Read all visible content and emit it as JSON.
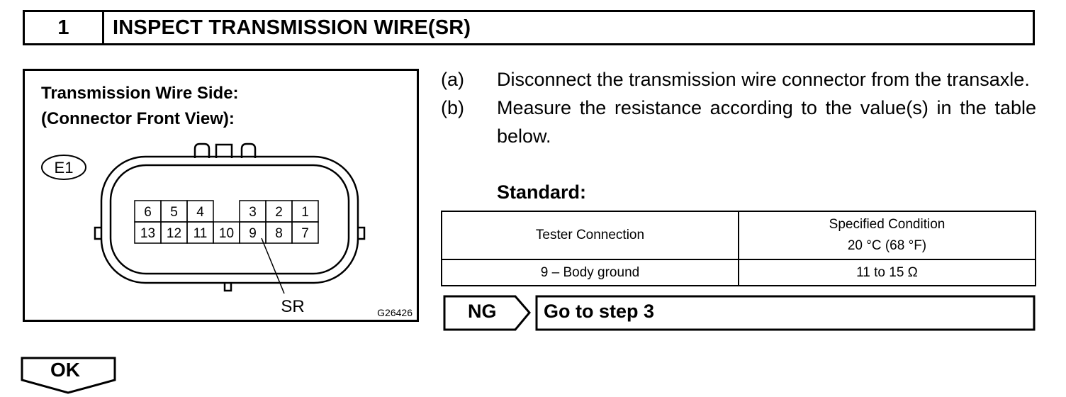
{
  "header": {
    "step_number": "1",
    "title": "INSPECT TRANSMISSION WIRE(SR)"
  },
  "figure": {
    "caption_line1": "Transmission Wire Side:",
    "caption_line2": "(Connector Front View):",
    "connector_id": "E1",
    "pins_top": [
      "6",
      "5",
      "4",
      "",
      "3",
      "2",
      "1"
    ],
    "pins_bottom": [
      "13",
      "12",
      "11",
      "10",
      "9",
      "8",
      "7"
    ],
    "pointer_label": "SR",
    "figure_code": "G26426"
  },
  "instructions": [
    {
      "letter": "(a)",
      "text": "Disconnect the transmission wire connector from the transaxle."
    },
    {
      "letter": "(b)",
      "text": "Measure the resistance according to the value(s) in the table below."
    }
  ],
  "standard_label": "Standard:",
  "table": {
    "col1_header": "Tester Connection",
    "col2_header_line1": "Specified Condition",
    "col2_header_line2": "20 °C (68 °F)",
    "rows": [
      {
        "connection": "9 – Body ground",
        "condition": "11 to 15 Ω"
      }
    ]
  },
  "ng": {
    "label": "NG",
    "target": "Go to step 3"
  },
  "ok": {
    "label": "OK"
  }
}
